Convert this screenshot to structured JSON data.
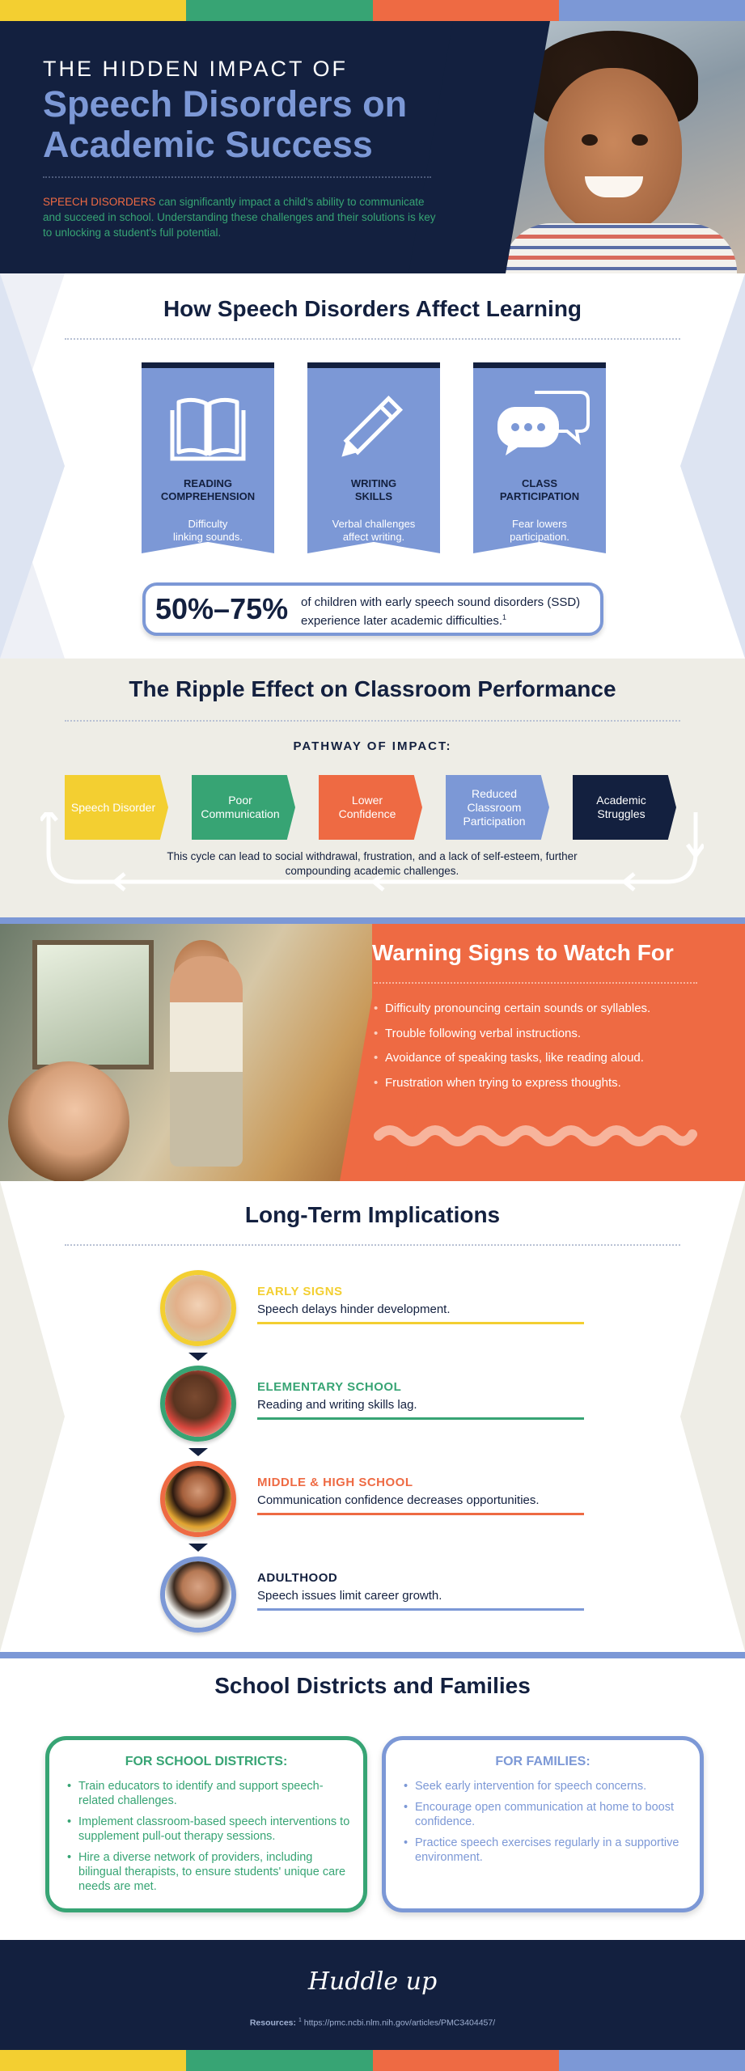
{
  "colors": {
    "navy": "#13203f",
    "blue": "#7c98d6",
    "green": "#37a474",
    "orange": "#ee6a43",
    "yellow": "#f3cf31",
    "sand": "#eeede6"
  },
  "hero": {
    "kicker": "THE HIDDEN IMPACT OF",
    "title": "Speech Disorders on Academic Success",
    "intro_highlight": "SPEECH DISORDERS",
    "intro_rest": " can significantly impact a child's ability to communicate and succeed in school. Understanding these challenges and their solutions is key to unlocking a student's full potential."
  },
  "learning": {
    "title": "How Speech Disorders Affect Learning",
    "cards": [
      {
        "icon": "open-book-icon",
        "title_line1": "READING",
        "title_line2": "COMPREHENSION",
        "desc_line1": "Difficulty",
        "desc_line2": "linking sounds."
      },
      {
        "icon": "pencil-icon",
        "title_line1": "WRITING",
        "title_line2": "SKILLS",
        "desc_line1": "Verbal challenges",
        "desc_line2": "affect writing."
      },
      {
        "icon": "speech-bubbles-icon",
        "title_line1": "CLASS",
        "title_line2": "PARTICIPATION",
        "desc_line1": "Fear lowers",
        "desc_line2": "participation."
      }
    ],
    "stat_value": "50%–75%",
    "stat_text": "of children with early speech sound disorders (SSD) experience later academic difficulties.",
    "stat_footnote": "1"
  },
  "ripple": {
    "title": "The Ripple Effect on Classroom Performance",
    "pathway_label": "PATHWAY OF IMPACT:",
    "steps": [
      {
        "label": "Speech Disorder",
        "color": "#f3cf31"
      },
      {
        "label": "Poor Communication",
        "color": "#37a474"
      },
      {
        "label": "Lower Confidence",
        "color": "#ee6a43"
      },
      {
        "label": "Reduced Classroom Participation",
        "color": "#7c98d6"
      },
      {
        "label": "Academic Struggles",
        "color": "#13203f"
      }
    ],
    "cycle_text": "This cycle can lead to social withdrawal, frustration, and a lack of self-esteem, further compounding academic challenges."
  },
  "warning": {
    "title": "Warning Signs to Watch For",
    "items": [
      "Difficulty pronouncing certain sounds or syllables.",
      "Trouble following verbal instructions.",
      "Avoidance of speaking tasks, like reading aloud.",
      "Frustration when trying to express thoughts."
    ]
  },
  "longterm": {
    "title": "Long-Term Implications",
    "stages": [
      {
        "heading": "EARLY SIGNS",
        "text": "Speech delays hinder development.",
        "color": "#f3cf31"
      },
      {
        "heading": "ELEMENTARY SCHOOL",
        "text": "Reading and writing skills lag.",
        "color": "#37a474"
      },
      {
        "heading": "MIDDLE & HIGH SCHOOL",
        "text": "Communication confidence decreases opportunities.",
        "color": "#ee6a43"
      },
      {
        "heading": "ADULTHOOD",
        "text": "Speech issues limit career growth.",
        "color": "#7c98d6"
      }
    ]
  },
  "solutions": {
    "title": "School Districts and Families",
    "districts": {
      "heading": "FOR SCHOOL DISTRICTS:",
      "items": [
        "Train educators to identify and support speech-related challenges.",
        "Implement classroom-based speech interventions to supplement pull-out therapy sessions.",
        "Hire a diverse network of providers, including bilingual therapists, to ensure students' unique care needs are met."
      ]
    },
    "families": {
      "heading": "FOR FAMILIES:",
      "items": [
        "Seek early intervention for speech concerns.",
        "Encourage open communication at home to boost confidence.",
        "Practice speech exercises regularly in a supportive environment."
      ]
    }
  },
  "footer": {
    "logo": "Huddle up",
    "resources_label": "Resources:",
    "resources_ref": "1",
    "resources_url": "https://pmc.ncbi.nlm.nih.gov/articles/PMC3404457/"
  }
}
